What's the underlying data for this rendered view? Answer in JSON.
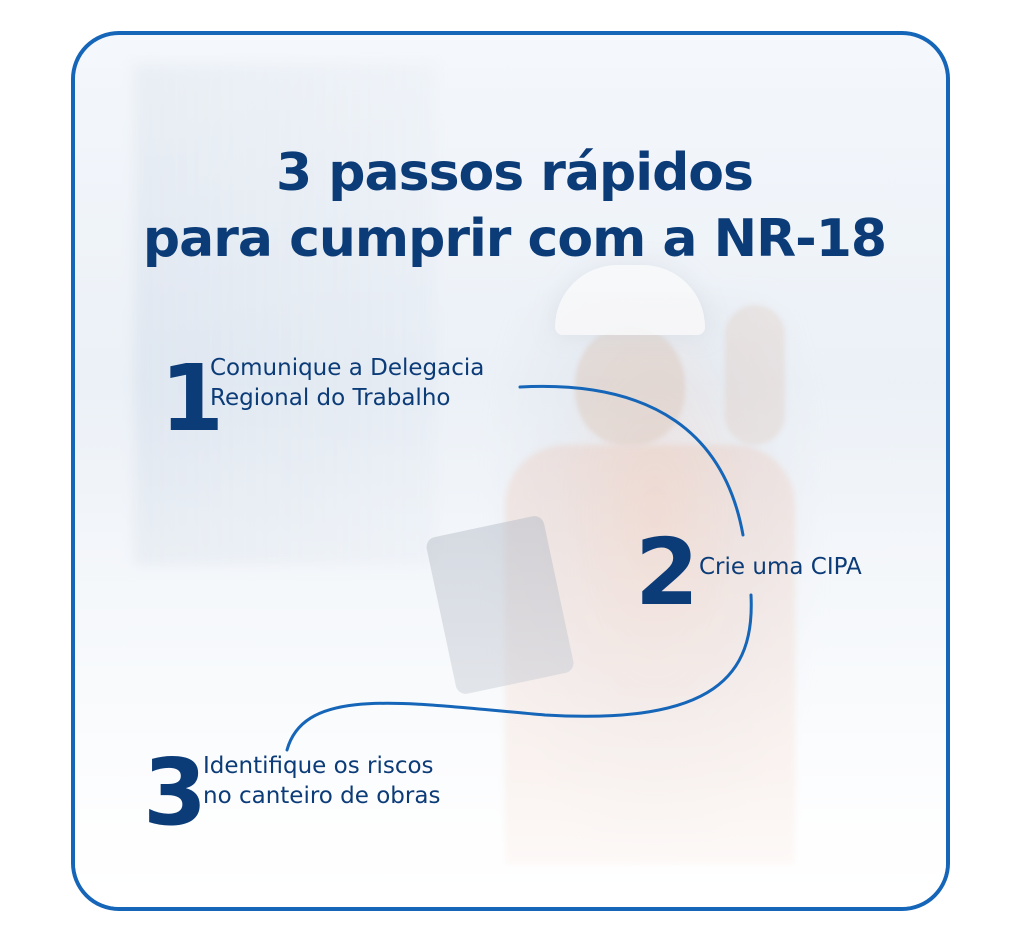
{
  "title": {
    "line1": "3 passos rápidos",
    "line2": "para cumprir com a NR-18"
  },
  "steps": [
    {
      "number": "1",
      "line1": "Comunique a Delegacia",
      "line2": "Regional do Trabalho"
    },
    {
      "number": "2",
      "line1": "Crie uma CIPA",
      "line2": ""
    },
    {
      "number": "3",
      "line1": "Identifique os riscos",
      "line2": "no canteiro de obras"
    }
  ],
  "colors": {
    "primary": "#0c3c78",
    "border": "#1565b8"
  }
}
